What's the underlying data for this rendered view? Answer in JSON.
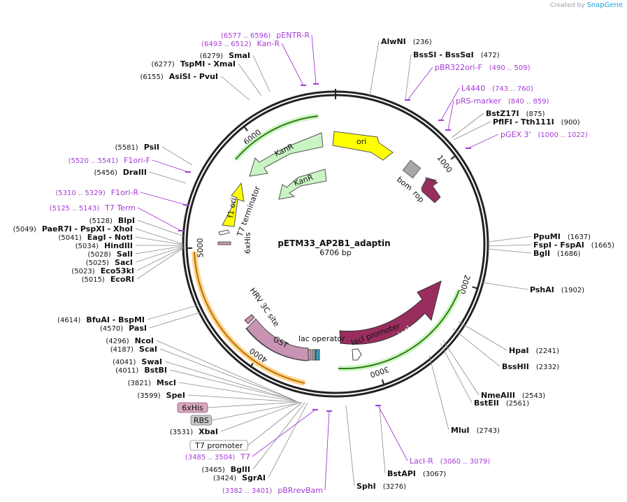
{
  "brand": {
    "prefix": "Created by",
    "name": "SnapGene"
  },
  "plasmid": {
    "name": "pETM33_AP2B1_adaptin",
    "length": "6706 bp"
  },
  "colors": {
    "primer": "#a53bd6",
    "kanR": "#c9f5c4",
    "ori": "#ffff00",
    "laci": "#992e5e",
    "gst": "#c994b4",
    "f1ori": "#ffff00",
    "rop": "#992e5e",
    "bom": "#a8a8a8",
    "backbone": "#222222"
  },
  "ticks": [
    {
      "label": "1000",
      "angle": 53.7
    },
    {
      "label": "2000",
      "angle": 107.4
    },
    {
      "label": "3000",
      "angle": 161.0
    },
    {
      "label": "4000",
      "angle": 214.7
    },
    {
      "label": "5000",
      "angle": 268.4
    },
    {
      "label": "6000",
      "angle": 322.1
    }
  ],
  "sites": [
    {
      "name": "AlwNI",
      "pos": "(236)"
    },
    {
      "name": "BssSI",
      "name2": "BssSαI",
      "pos": "(472)"
    },
    {
      "name": "BstZ17I",
      "pos": "(875)"
    },
    {
      "name": "PflFI",
      "name2": "Tth111I",
      "pos": "(900)"
    },
    {
      "name": "PpuMI",
      "pos": "(1637)"
    },
    {
      "name": "FspI",
      "name2": "FspAI",
      "pos": "(1665)"
    },
    {
      "name": "BglI",
      "pos": "(1686)"
    },
    {
      "name": "PshAI",
      "pos": "(1902)"
    },
    {
      "name": "HpaI",
      "pos": "(2241)"
    },
    {
      "name": "BssHII",
      "pos": "(2332)"
    },
    {
      "name": "NmeAIII",
      "pos": "(2543)"
    },
    {
      "name": "BstEII",
      "pos": "(2561)"
    },
    {
      "name": "MluI",
      "pos": "(2743)"
    },
    {
      "name": "BstAPI",
      "pos": "(3067)"
    },
    {
      "name": "SphI",
      "pos": "(3276)"
    },
    {
      "name": "SgrAI",
      "pos": "(3424)"
    },
    {
      "name": "BglII",
      "pos": "(3465)"
    },
    {
      "name": "XbaI",
      "pos": "(3531)"
    },
    {
      "name": "SpeI",
      "pos": "(3599)"
    },
    {
      "name": "MscI",
      "pos": "(3821)"
    },
    {
      "name": "BstBI",
      "pos": "(4011)"
    },
    {
      "name": "SwaI",
      "pos": "(4041)"
    },
    {
      "name": "ScaI",
      "pos": "(4187)"
    },
    {
      "name": "NcoI",
      "pos": "(4296)"
    },
    {
      "name": "PasI",
      "pos": "(4570)"
    },
    {
      "name": "BfuAI",
      "name2": "BspMI",
      "pos": "(4614)"
    },
    {
      "name": "EcoRI",
      "pos": "(5015)"
    },
    {
      "name": "Eco53kI",
      "pos": "(5023)"
    },
    {
      "name": "SacI",
      "pos": "(5025)"
    },
    {
      "name": "SalI",
      "pos": "(5028)"
    },
    {
      "name": "HindIII",
      "pos": "(5034)"
    },
    {
      "name": "EagI",
      "name2": "NotI",
      "pos": "(5041)"
    },
    {
      "name": "PaeR7I",
      "name2": "PspXI",
      "name3": "XhoI",
      "pos": "(5049)"
    },
    {
      "name": "BlpI",
      "pos": "(5128)"
    },
    {
      "name": "DraIII",
      "pos": "(5456)"
    },
    {
      "name": "PsiI",
      "pos": "(5581)"
    },
    {
      "name": "AsiSI",
      "name2": "PvuI",
      "pos": "(6155)"
    },
    {
      "name": "TspMI",
      "name2": "XmaI",
      "pos": "(6277)"
    },
    {
      "name": "SmaI",
      "pos": "(6279)"
    }
  ],
  "primers": [
    {
      "name": "pENTR-R",
      "pos": "(6577 .. 6596)"
    },
    {
      "name": "Kan-R",
      "pos": "(6493 .. 6512)"
    },
    {
      "name": "pBR322ori-F",
      "pos": "(490 .. 509)"
    },
    {
      "name": "L4440",
      "pos": "(743 .. 760)"
    },
    {
      "name": "pRS-marker",
      "pos": "(840 .. 859)"
    },
    {
      "name": "pGEX 3'",
      "pos": "(1000 .. 1022)"
    },
    {
      "name": "LacI-R",
      "pos": "(3060 .. 3079)"
    },
    {
      "name": "T7",
      "pos": "(3485 .. 3504)"
    },
    {
      "name": "pBRrevBam",
      "pos": "(3382 .. 3401)"
    },
    {
      "name": "F1ori-F",
      "pos": "(5520 .. 5541)"
    },
    {
      "name": "F1ori-R",
      "pos": "(5310 .. 5329)"
    },
    {
      "name": "T7 Term",
      "pos": "(5125 .. 5143)"
    }
  ],
  "features": {
    "ori": "ori",
    "bom": "bom",
    "rop": "rop",
    "kanR_outer": "KanR",
    "kanR_inner": "KanR",
    "f1ori": "f1 ori",
    "t7term": "T7 terminator",
    "his": "6xHis",
    "lacI": "lacI",
    "lacIpromoter": "lacI promoter",
    "lacOperator": "lac operator",
    "gst": "GST",
    "hrv": "HRV 3C site"
  },
  "boxed": [
    {
      "label": "6xHis",
      "style": "his"
    },
    {
      "label": "RBS",
      "style": "rbs"
    },
    {
      "label": "T7 promoter",
      "style": "t7p"
    }
  ]
}
